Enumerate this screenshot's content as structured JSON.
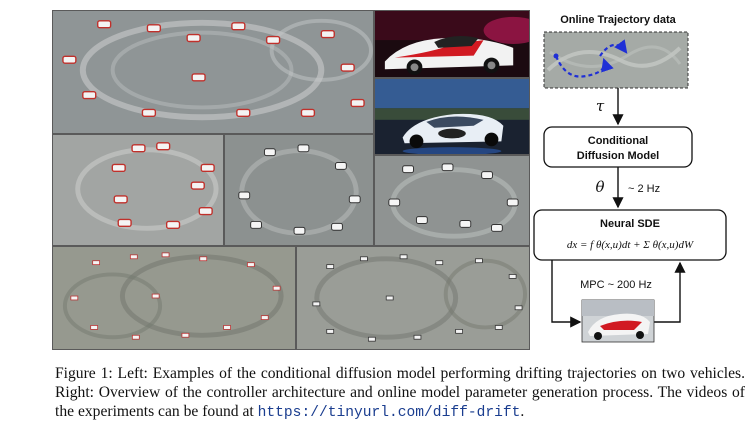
{
  "diagram": {
    "top_label": "Online Trajectory data",
    "tau_label": "τ",
    "cdm_label_line1": "Conditional",
    "cdm_label_line2": "Diffusion Model",
    "theta_label": "θ",
    "rate_diffusion": "~ 2 Hz",
    "sde_title": "Neural SDE",
    "sde_equation": "dx = f θ(x,u)dt + Σ θ(x,u)dW",
    "mpc_label": "MPC ~ 200 Hz"
  },
  "caption": {
    "text": "Figure 1: Left: Examples of the conditional diffusion model performing drifting trajectories on two vehicles. Right: Overview of the controller architecture and online model parameter generation process. The videos of the experiments can be found at ",
    "url": "https://tinyurl.com/diff-drift",
    "end": "."
  },
  "colors": {
    "arrow": "#111111",
    "trajectory": "#1f2fd6",
    "asphalt": "#9aa0a1"
  },
  "icons": [
    "vehicle-photo",
    "drift-collage",
    "flow-arrow"
  ]
}
